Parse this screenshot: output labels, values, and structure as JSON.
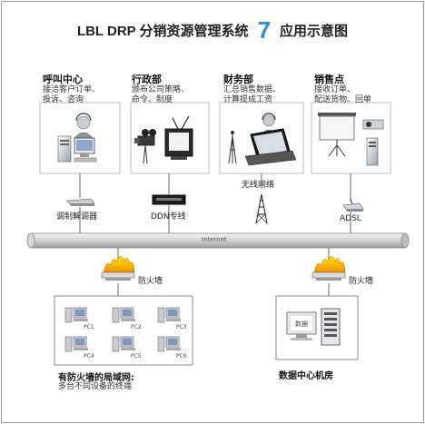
{
  "title": {
    "main": "LBL DRP 分销资源管理系统",
    "number": "7",
    "subtitle": "应用示意图"
  },
  "departments": [
    {
      "name": "呼叫中心",
      "desc1": "接洽客户订单、",
      "desc2": "投诉、咨询",
      "device": "调制解调器"
    },
    {
      "name": "行政部",
      "desc1": "颁布公司策略、",
      "desc2": "命令、制度",
      "device": "DDN专线"
    },
    {
      "name": "财务部",
      "desc1": "汇总销售数据、",
      "desc2": "计算提成工资",
      "device": "无线网络"
    },
    {
      "name": "销售点",
      "desc1": "接收订单、",
      "desc2": "配送货物、回单",
      "device": "ADSL"
    }
  ],
  "internet_label": "Internet",
  "firewall_label": "防火墙",
  "lan": {
    "title": "有防火墙的局域网:",
    "desc": "多台不同设备的终端",
    "pcs": [
      "PC1",
      "PC2",
      "PC3",
      "PC4",
      "PC5",
      "PC6"
    ]
  },
  "datacenter": {
    "title": "数据中心机房",
    "screen_label": "数据"
  },
  "colors": {
    "border": "#999999",
    "pipe": "#c8c8c8",
    "accent": "#2b8be0",
    "fire": "#f2c200"
  }
}
